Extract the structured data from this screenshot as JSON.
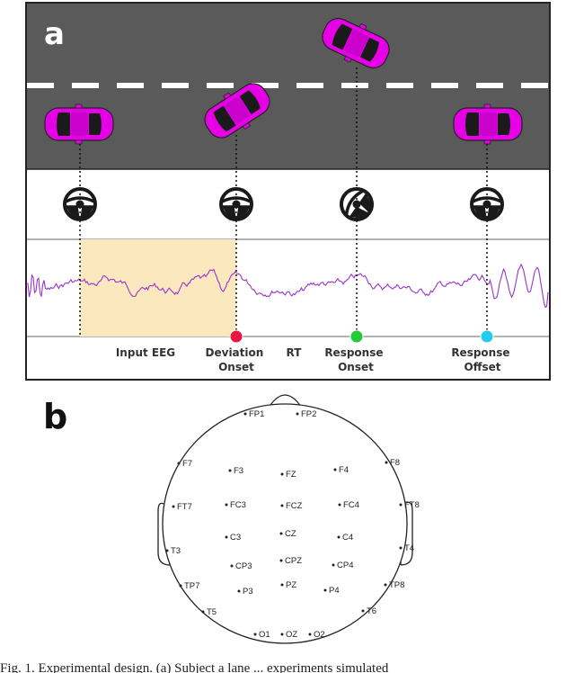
{
  "panel_a": {
    "label": "a",
    "events": [
      {
        "label_lines": [
          "Input EEG"
        ],
        "dot_color": ""
      },
      {
        "label_lines": [
          "Deviation",
          "Onset"
        ],
        "dot_color": "#e8173f"
      },
      {
        "label_lines": [
          "RT"
        ],
        "dot_color": ""
      },
      {
        "label_lines": [
          "Response",
          "Onset"
        ],
        "dot_color": "#22cc33"
      },
      {
        "label_lines": [
          "Response",
          "Offset"
        ],
        "dot_color": "#22ccee"
      }
    ],
    "colors": {
      "road": "#5a5a5a",
      "car": "#e600e6",
      "eeg_trace": "#9a33cc",
      "input_window": "#fbe8bf",
      "steering_wheel": "#1a1a1a"
    }
  },
  "panel_b": {
    "label": "b",
    "electrodes": [
      "FP1",
      "FP2",
      "F7",
      "F3",
      "FZ",
      "F4",
      "F8",
      "FT7",
      "FC3",
      "FCZ",
      "FC4",
      "FT8",
      "T3",
      "C3",
      "CZ",
      "C4",
      "T4",
      "CP3",
      "CPZ",
      "CP4",
      "TP7",
      "P3",
      "PZ",
      "P4",
      "TP8",
      "T5",
      "T6",
      "O1",
      "OZ",
      "O2"
    ]
  },
  "caption": "Fig. 1.   Experimental design.  (a)  Subject  a  lane  ...  experiments  simulated"
}
